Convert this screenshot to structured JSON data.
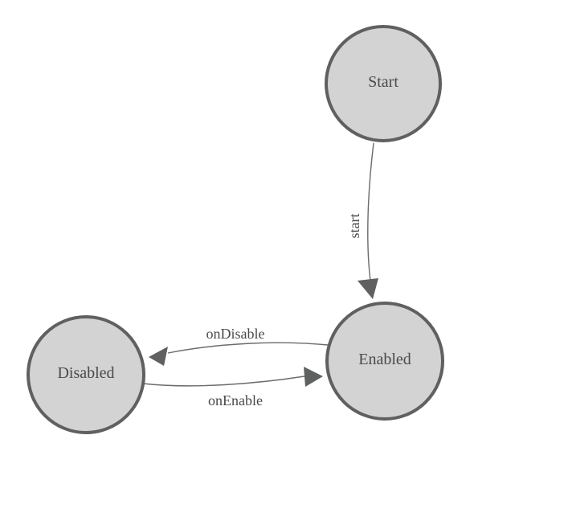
{
  "page": {
    "background": "#ffffff"
  },
  "diagram": {
    "type": "state-machine-diagram",
    "theme": {
      "page_background": "#ffffff",
      "node_fill": "#d3d3d3",
      "node_stroke": "#606060",
      "edge_line": "#6b6b6b",
      "arrow_fill": "#5f6060",
      "label_color": "#4a4a4a"
    },
    "nodes": [
      {
        "id": "start",
        "label": "Start"
      },
      {
        "id": "enabled",
        "label": "Enabled"
      },
      {
        "id": "disabled",
        "label": "Disabled"
      }
    ],
    "edges": [
      {
        "id": "start-to-enabled",
        "from": "Start",
        "to": "Enabled",
        "label": "start"
      },
      {
        "id": "enabled-to-disabled",
        "from": "Enabled",
        "to": "Disabled",
        "label": "onDisable"
      },
      {
        "id": "disabled-to-enabled",
        "from": "Disabled",
        "to": "Enabled",
        "label": "onEnable"
      }
    ]
  }
}
